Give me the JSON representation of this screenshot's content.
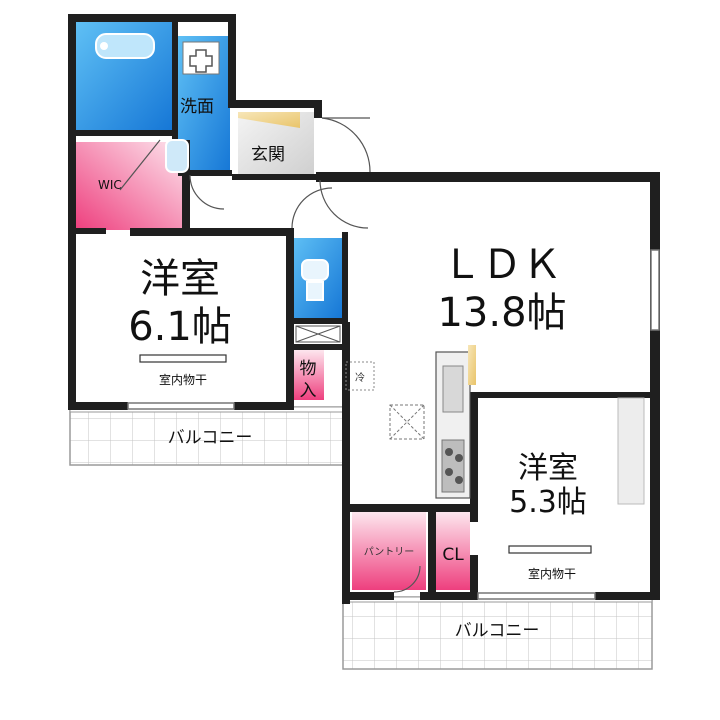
{
  "rooms": {
    "ldk": {
      "name": "ＬＤＫ",
      "size": "13.8帖"
    },
    "western_room_1": {
      "name": "洋室",
      "size": "6.1帖",
      "drying_label": "室内物干"
    },
    "western_room_2": {
      "name": "洋室",
      "size": "5.3帖",
      "drying_label": "室内物干"
    },
    "wic": {
      "name": "WIC"
    },
    "washroom": {
      "name": "洗面"
    },
    "entrance": {
      "name": "玄関"
    },
    "storage": {
      "name": "物入"
    },
    "pantry": {
      "name": "パントリー"
    },
    "closet": {
      "name": "CL"
    },
    "fridge": {
      "name": "冷"
    }
  },
  "balconies": [
    {
      "name": "バルコニー"
    },
    {
      "name": "バルコニー"
    }
  ],
  "colors": {
    "wall": "#1f1f1f",
    "bath_blue": "#1e8fe0",
    "wic_pink": "#f0508a",
    "entrance_gray": "#e6e6e6",
    "balcony_grid": "#bdbdbd"
  }
}
